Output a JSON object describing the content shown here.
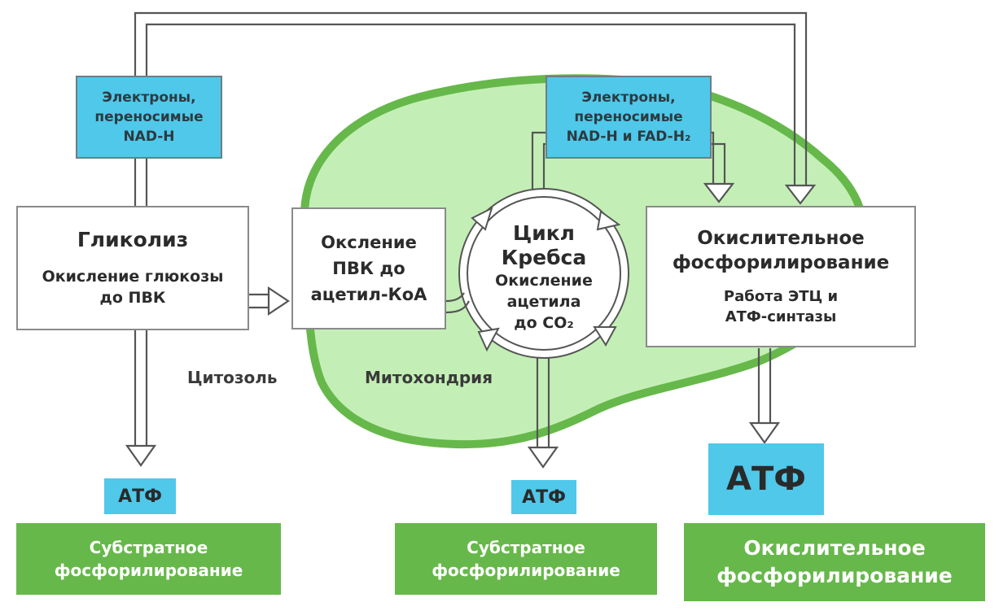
{
  "colors": {
    "mitochondrion_fill": "#c3efb6",
    "mitochondrion_border": "#66b84a",
    "electron_box": "#4fc8ea",
    "atp_box": "#4fc8ea",
    "result_box": "#66b84a",
    "arrow_stroke": "#555555"
  },
  "electrons_left": {
    "lines": [
      "Электроны,",
      "переносимые",
      "NAD-H"
    ]
  },
  "electrons_right": {
    "lines": [
      "Электроны,",
      "переносимые",
      "NAD-H и FAD-H₂"
    ]
  },
  "glycolysis": {
    "title": "Гликолиз",
    "desc": [
      "Окисление глюкозы",
      "до ПВК"
    ]
  },
  "pvk_oxidation": {
    "lines": [
      "Оксление",
      "ПВК до",
      "ацетил-КоА"
    ]
  },
  "krebs": {
    "title": [
      "Цикл",
      "Кребса"
    ],
    "desc": [
      "Окисление",
      "ацетила",
      "до CO₂"
    ]
  },
  "oxphos": {
    "title": [
      "Окислительное",
      "фосфорилирование"
    ],
    "desc": [
      "Работа ЭТЦ и",
      "АТФ-синтазы"
    ]
  },
  "labels": {
    "cytosol": "Цитозоль",
    "mitochondrion": "Митохондрия"
  },
  "atp": {
    "left": "АТФ",
    "middle": "АТФ",
    "right": "АТФ"
  },
  "results": {
    "left": [
      "Субстратное",
      "фосфорилирование"
    ],
    "middle": [
      "Субстратное",
      "фосфорилирование"
    ],
    "right": [
      "Окислительное",
      "фосфорилирование"
    ]
  }
}
